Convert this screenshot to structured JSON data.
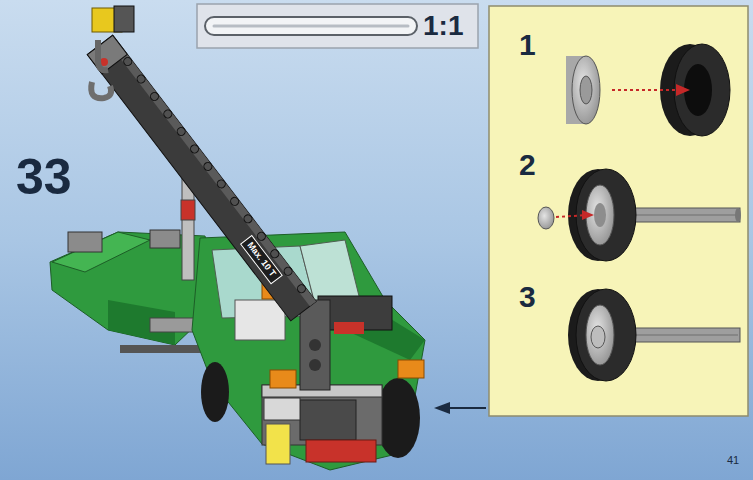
{
  "diagram": {
    "nodes": [
      {
        "text": [
          "1:1"
        ]
      },
      {
        "text": [
          "1",
          "2",
          "3"
        ]
      }
    ],
    "edges": [],
    "labels": [
      "33",
      "Max. 10 T",
      "41"
    ]
  }
}
